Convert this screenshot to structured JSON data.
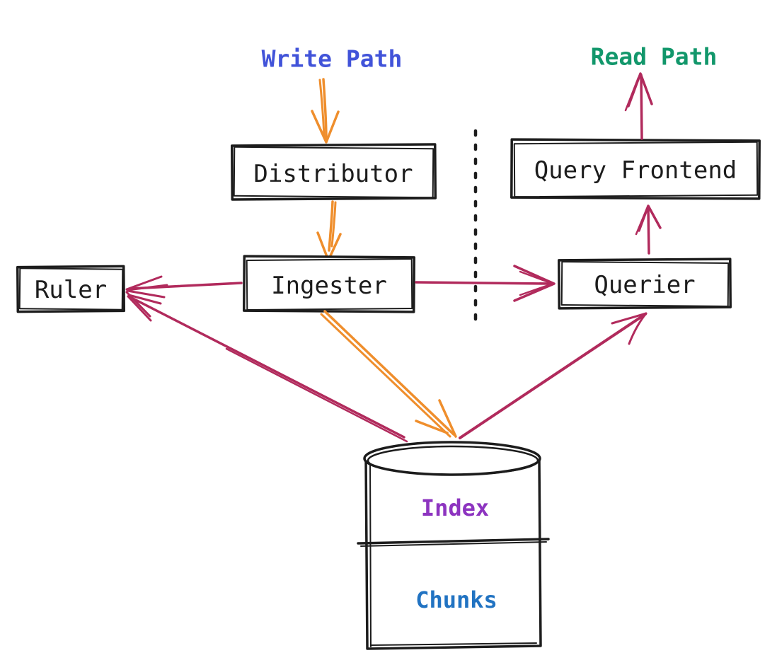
{
  "diagram": {
    "flow_labels": {
      "write_path": "Write Path",
      "read_path": "Read Path"
    },
    "nodes": {
      "distributor": "Distributor",
      "ingester": "Ingester",
      "ruler": "Ruler",
      "querier": "Querier",
      "query_frontend": "Query Frontend"
    },
    "store": {
      "index": "Index",
      "chunks": "Chunks"
    },
    "colors": {
      "background": "#ffffff",
      "ink": "#1c1c1c",
      "write_flow": "#ef8e2c",
      "read_flow": "#b12a5c",
      "write_path_label": "#4153d9",
      "read_path_label": "#12976b",
      "index_label": "#8d34c0",
      "chunks_label": "#2173c2"
    }
  }
}
